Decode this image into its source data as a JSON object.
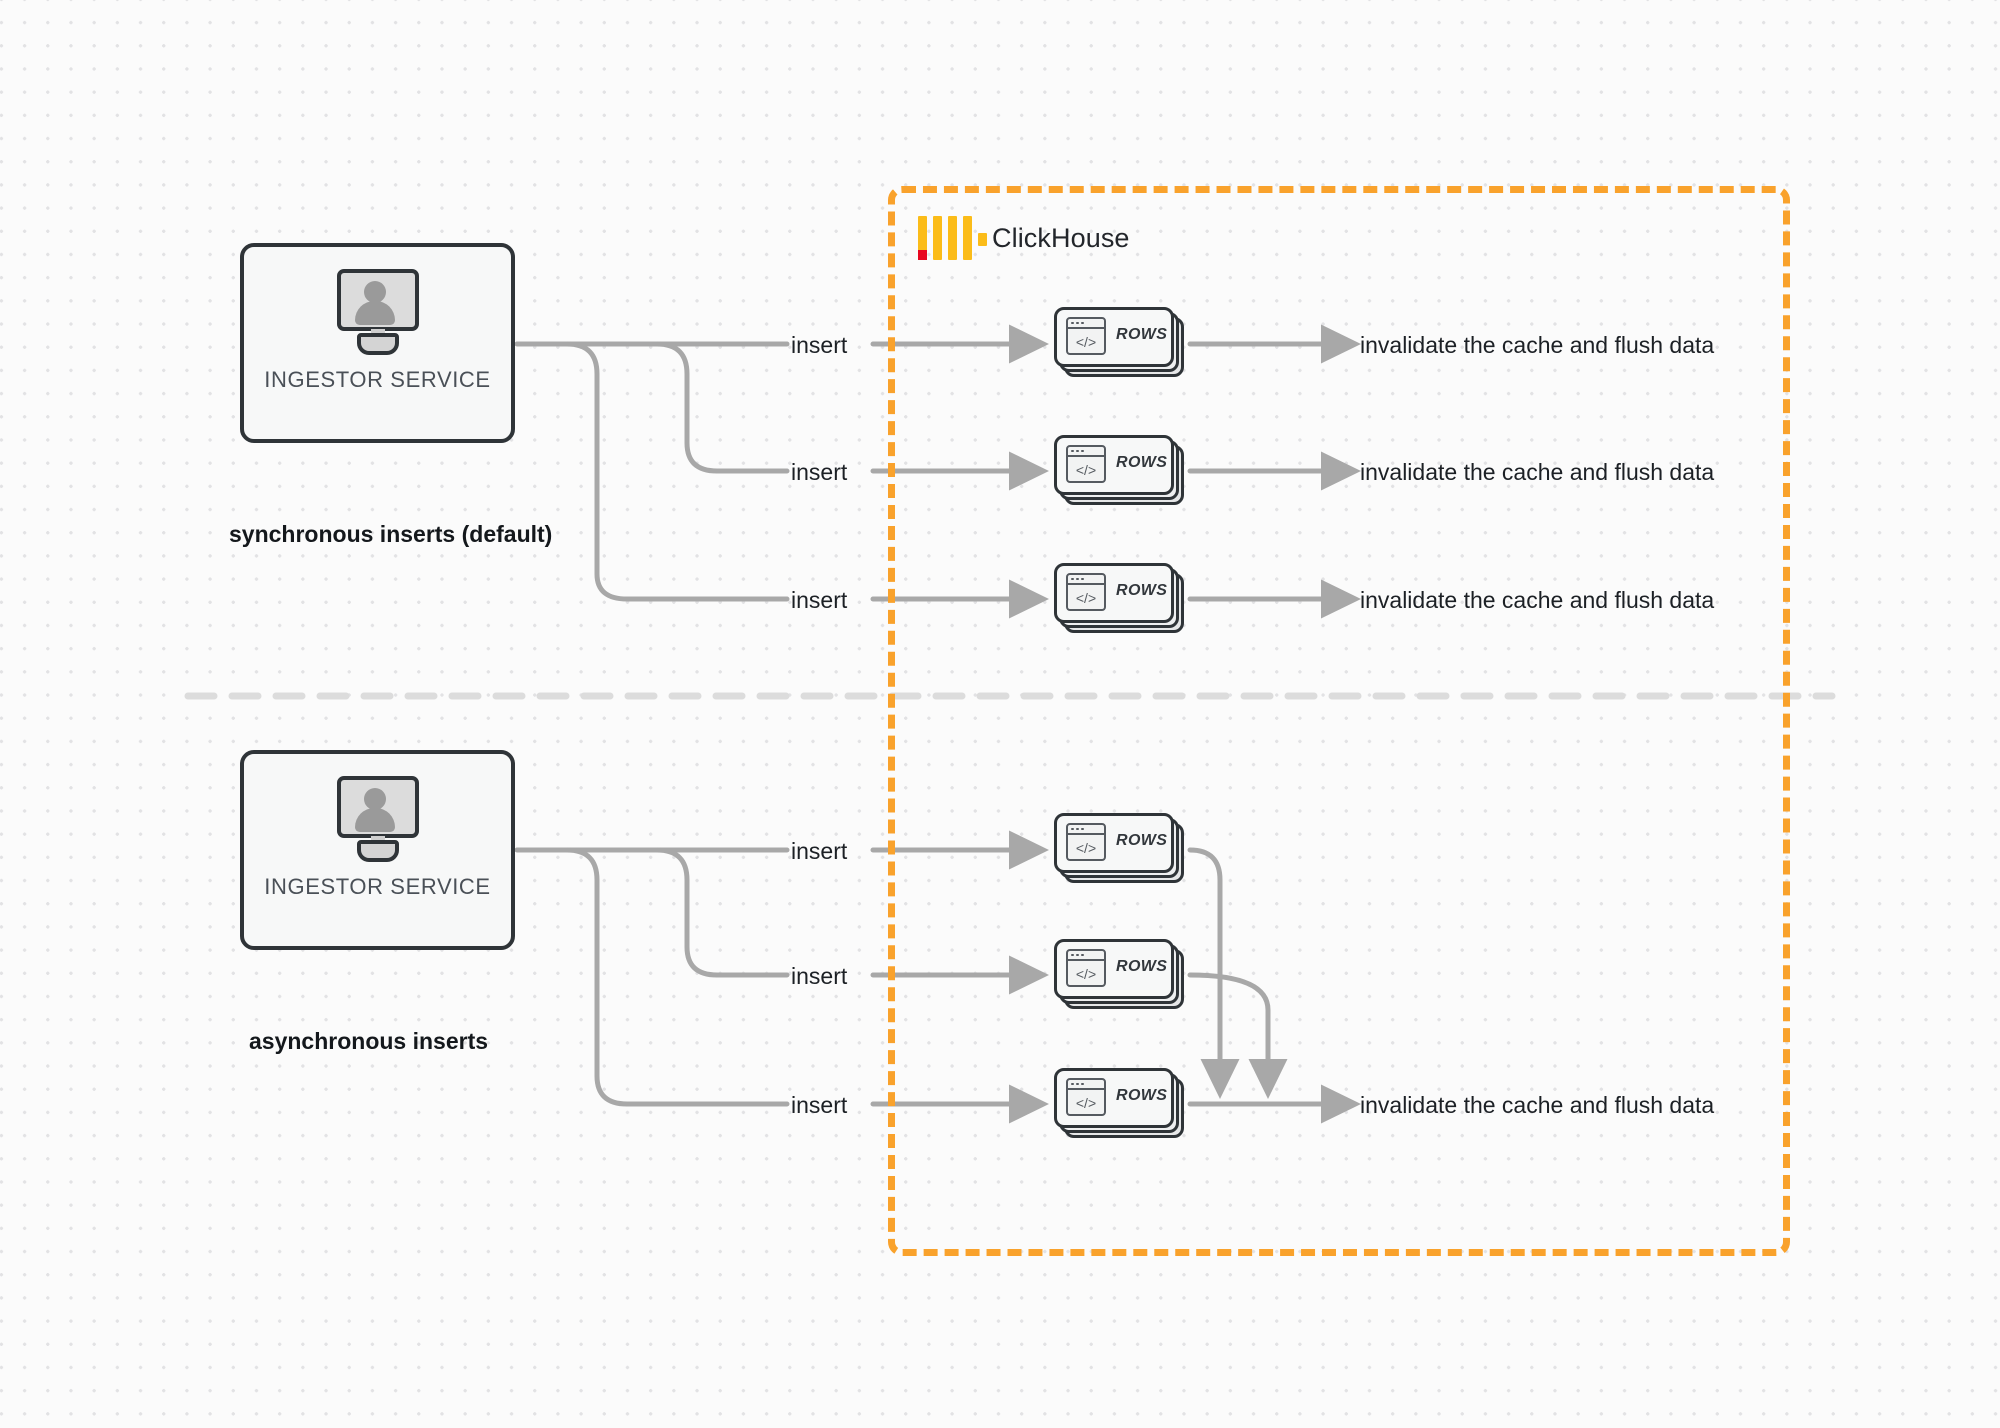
{
  "container": {
    "title": "ClickHouse",
    "logo_name": "clickhouse-logo",
    "border_color": "#f9a22c"
  },
  "sections": [
    {
      "id": "synchronous",
      "mode_label": "synchronous inserts (default)",
      "ingestor": {
        "label": "INGESTOR SERVICE",
        "icon": "monitor-user-icon"
      },
      "rows": [
        {
          "insert_label": "insert",
          "node_label": "ROWS",
          "result_label": "invalidate the cache and flush data"
        },
        {
          "insert_label": "insert",
          "node_label": "ROWS",
          "result_label": "invalidate the cache and flush data"
        },
        {
          "insert_label": "insert",
          "node_label": "ROWS",
          "result_label": "invalidate the cache and flush data"
        }
      ]
    },
    {
      "id": "asynchronous",
      "mode_label": "asynchronous inserts",
      "ingestor": {
        "label": "INGESTOR SERVICE",
        "icon": "monitor-user-icon"
      },
      "rows": [
        {
          "insert_label": "insert",
          "node_label": "ROWS",
          "result_label": ""
        },
        {
          "insert_label": "insert",
          "node_label": "ROWS",
          "result_label": ""
        },
        {
          "insert_label": "insert",
          "node_label": "ROWS",
          "result_label": "invalidate the cache and flush data"
        }
      ]
    }
  ],
  "colors": {
    "accent_orange": "#f9a22c",
    "logo_yellow": "#fbbc19",
    "logo_red": "#e8071f",
    "edge_gray": "#a8a8a8",
    "box_border": "#2f3438",
    "background": "#fbfbfb"
  }
}
